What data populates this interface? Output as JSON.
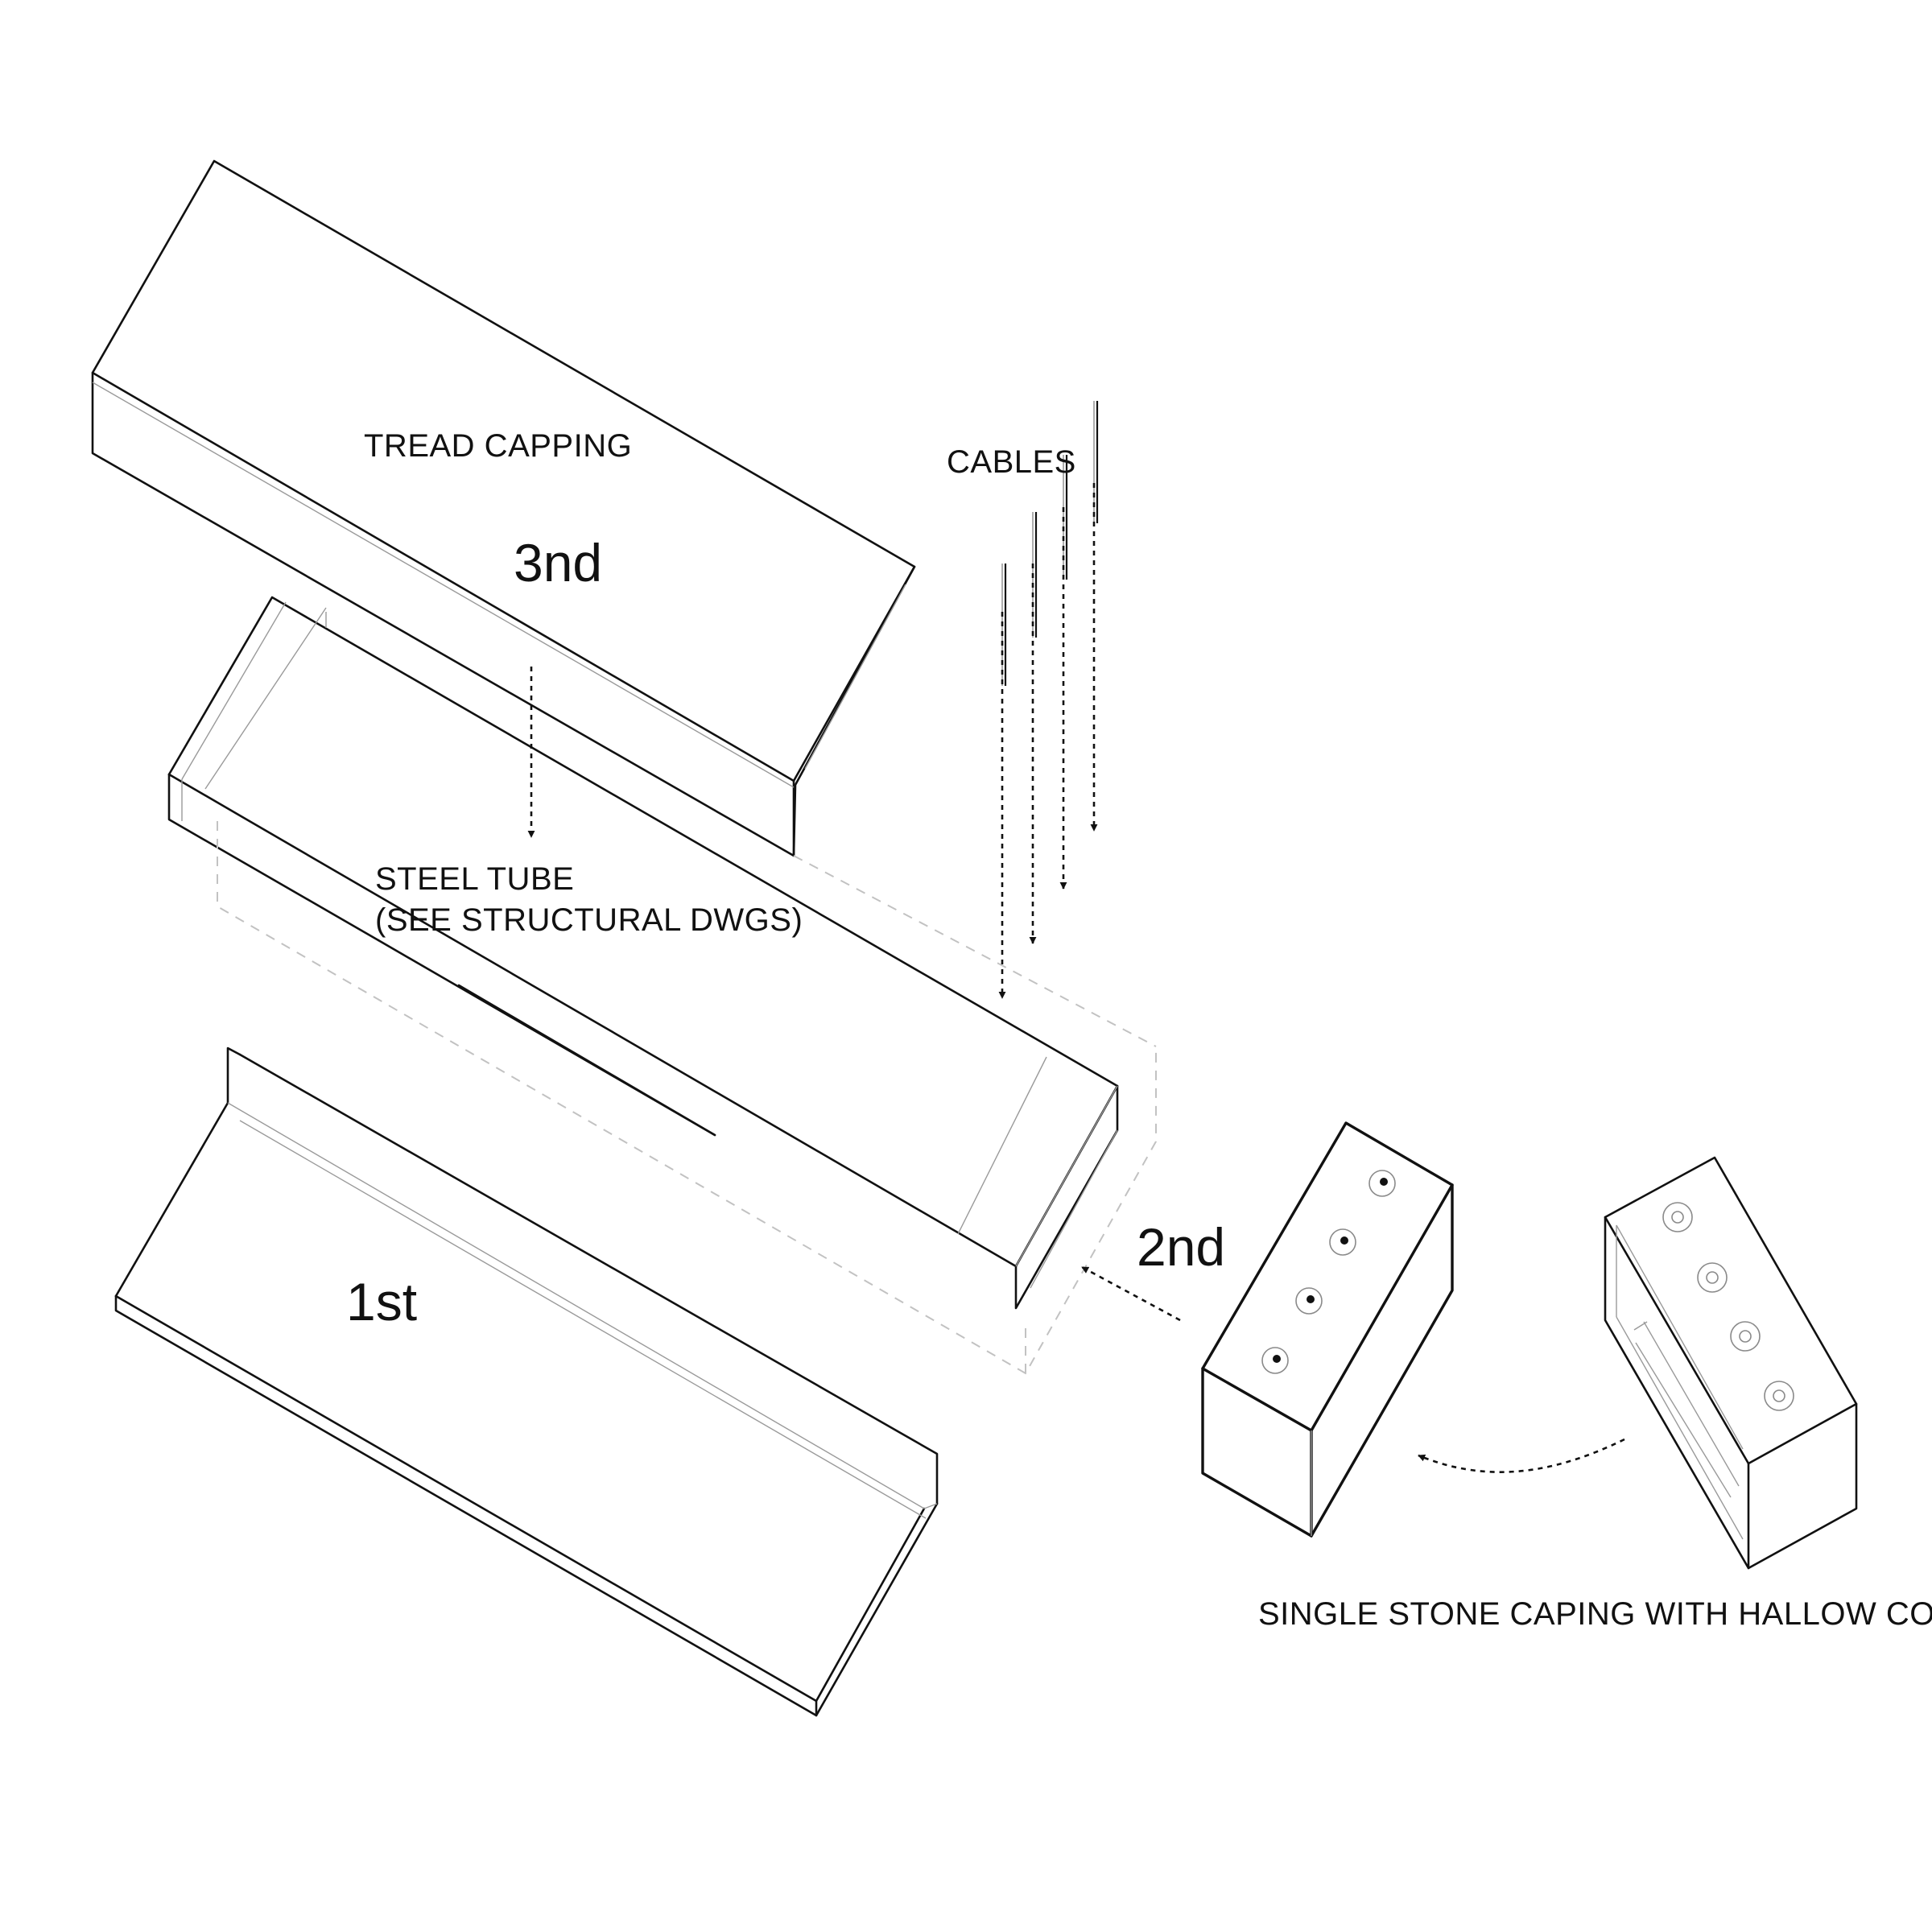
{
  "labels": {
    "tread_capping": "TREAD CAPPING",
    "cables": "CABLES",
    "steel_tube_line1": "STEEL TUBE",
    "steel_tube_line2": "(SEE STRUCTURAL DWGS)",
    "single_stone": "SINGLE STONE CAPING WITH HALLOW CORE"
  },
  "steps": {
    "first": "1st",
    "second": "2nd",
    "third": "3nd"
  },
  "colors": {
    "line": "#111111",
    "hidden_line": "#c2c2c2",
    "background": "#ffffff"
  }
}
